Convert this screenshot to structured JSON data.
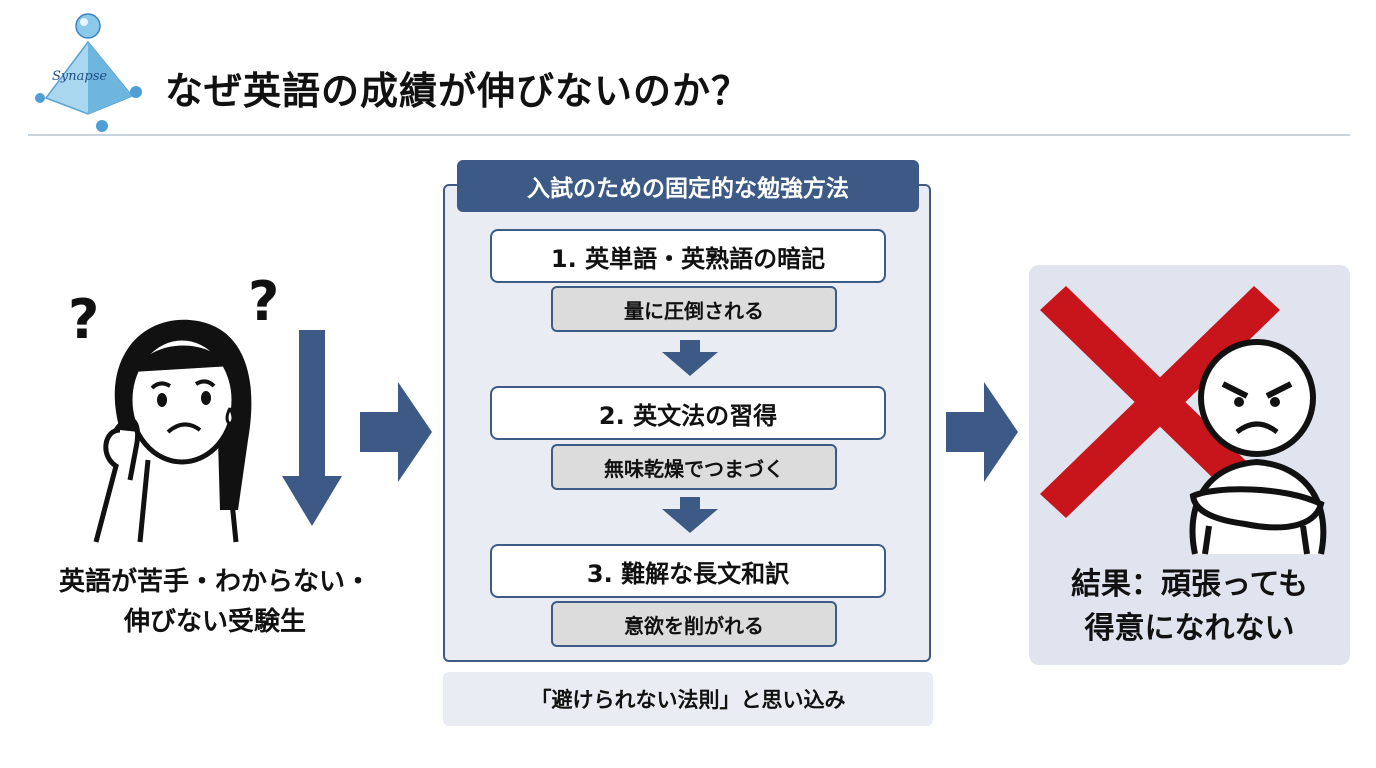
{
  "header": {
    "logo_text": "Synapse",
    "title": "なぜ英語の成績が伸びないのか？"
  },
  "left": {
    "caption_line1": "英語が苦手・わからない・",
    "caption_line2": "伸びない受験生"
  },
  "panel": {
    "title": "入試のための固定的な勉強方法",
    "steps": [
      {
        "label": "1. 英単語・英熟語の暗記",
        "sub": "量に圧倒される"
      },
      {
        "label": "2. 英文法の習得",
        "sub": "無味乾燥でつまづく"
      },
      {
        "label": "3. 難解な長文和訳",
        "sub": "意欲を削がれる"
      }
    ],
    "note": "「避けられない法則」と思い込み"
  },
  "result": {
    "line1": "結果：頑張っても",
    "line2": "得意になれない"
  },
  "colors": {
    "navy": "#3c5a85",
    "red_cross": "#c8141b",
    "panel_bg": "#e9edf3",
    "result_bg": "#dfe4ee"
  }
}
